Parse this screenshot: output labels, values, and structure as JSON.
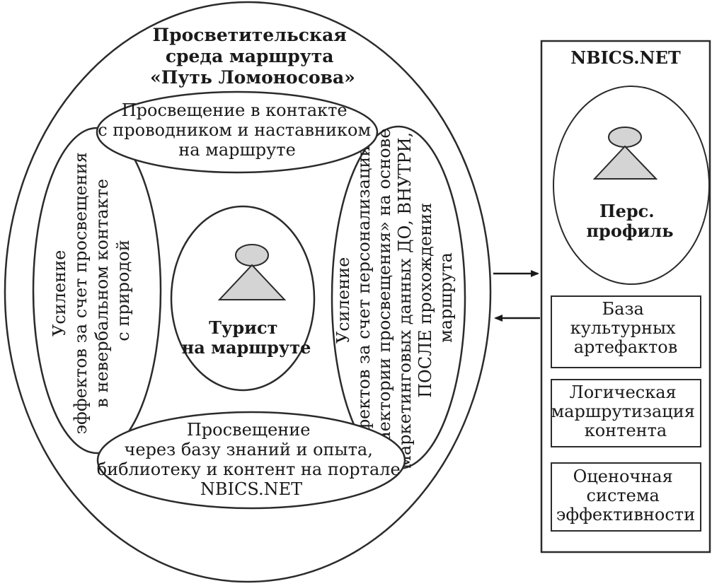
{
  "environment": {
    "title_lines": [
      "Просветительская",
      "среда маршрута",
      "«Путь Ломоносова»"
    ],
    "top_ellipse_lines": [
      "Просвещение в контакте",
      "с проводником и наставником",
      "на маршруте"
    ],
    "left_ellipse_lines": [
      "Усиление",
      "эффектов за счет просвещения",
      "в невербальном контакте",
      "с природой"
    ],
    "right_ellipse_lines": [
      "Усиление",
      "эффектов за счет персонализации",
      "«траектории просвещения» на основе",
      "маркетинговых данных ДО, ВНУТРИ,",
      "ПОСЛЕ прохождения",
      "маршрута"
    ],
    "bottom_ellipse_lines": [
      "Просвещение",
      "через базу знаний и опыта,",
      "библиотеку и контент на портале",
      "NBICS.NET"
    ],
    "center_lines": [
      "Турист",
      "на маршруте"
    ]
  },
  "portal": {
    "title": "NBICS.NET",
    "profile_lines": [
      "Перс.",
      "профиль"
    ],
    "boxes": [
      {
        "lines": [
          "База",
          "культурных",
          "артефактов"
        ]
      },
      {
        "lines": [
          "Логическая",
          "маршрутизация",
          "контента"
        ]
      },
      {
        "lines": [
          "Оценочная",
          "система",
          "эффективности"
        ]
      }
    ]
  }
}
